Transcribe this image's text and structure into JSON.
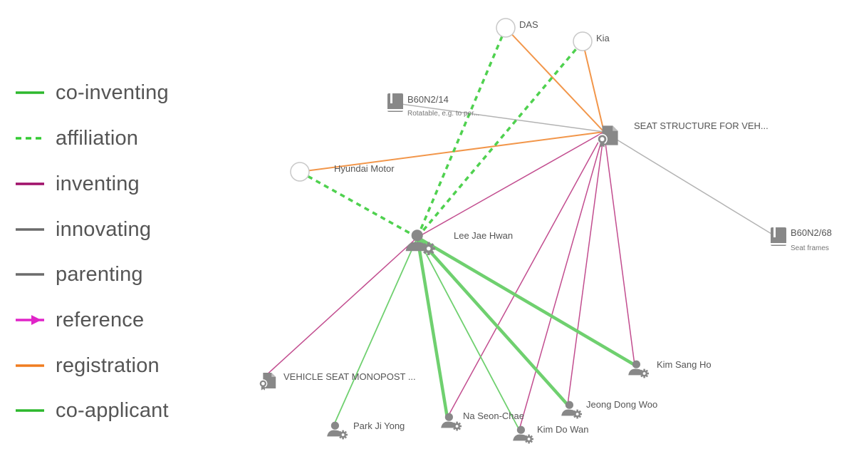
{
  "legend": [
    {
      "label": "co-inventing",
      "color": "#2db82d",
      "style": "solid",
      "arrow": false
    },
    {
      "label": "affiliation",
      "color": "#33cc33",
      "style": "dashed",
      "arrow": false
    },
    {
      "label": "inventing",
      "color": "#a0106a",
      "style": "solid",
      "arrow": false
    },
    {
      "label": "innovating",
      "color": "#6b6b6b",
      "style": "solid",
      "arrow": false
    },
    {
      "label": "parenting",
      "color": "#6b6b6b",
      "style": "solid",
      "arrow": false
    },
    {
      "label": "reference",
      "color": "#e024c8",
      "style": "solid",
      "arrow": true
    },
    {
      "label": "registration",
      "color": "#f07d20",
      "style": "solid",
      "arrow": false
    },
    {
      "label": "co-applicant",
      "color": "#2db82d",
      "style": "solid",
      "arrow": false
    }
  ],
  "nodes": [
    {
      "id": "das",
      "type": "org",
      "label": "DAS"
    },
    {
      "id": "kia",
      "type": "org",
      "label": "Kia"
    },
    {
      "id": "hyundai",
      "type": "org",
      "label": "Hyundai Motor"
    },
    {
      "id": "b60n2_14",
      "type": "class",
      "label": "B60N2/14",
      "sublabel": "Rotatable, e.g. to per..."
    },
    {
      "id": "b60n2_68",
      "type": "class",
      "label": "B60N2/68",
      "sublabel": "Seat frames"
    },
    {
      "id": "seat_structure",
      "type": "patent",
      "label": "SEAT STRUCTURE FOR VEH..."
    },
    {
      "id": "vehicle_seat",
      "type": "patent",
      "label": "VEHICLE SEAT MONOPOST ..."
    },
    {
      "id": "lee",
      "type": "person",
      "label": "Lee Jae Hwan"
    },
    {
      "id": "kim_sang_ho",
      "type": "person",
      "label": "Kim Sang Ho"
    },
    {
      "id": "jeong",
      "type": "person",
      "label": "Jeong Dong Woo"
    },
    {
      "id": "na",
      "type": "person",
      "label": "Na Seon-Chae"
    },
    {
      "id": "kim_do_wan",
      "type": "person",
      "label": "Kim Do Wan"
    },
    {
      "id": "park",
      "type": "person",
      "label": "Park Ji Yong"
    }
  ],
  "edges": [
    {
      "from": "das",
      "to": "seat_structure",
      "kind": "registration"
    },
    {
      "from": "kia",
      "to": "seat_structure",
      "kind": "registration"
    },
    {
      "from": "hyundai",
      "to": "seat_structure",
      "kind": "registration"
    },
    {
      "from": "b60n2_14",
      "to": "seat_structure",
      "kind": "innovating"
    },
    {
      "from": "seat_structure",
      "to": "b60n2_68",
      "kind": "innovating"
    },
    {
      "from": "lee",
      "to": "das",
      "kind": "affiliation"
    },
    {
      "from": "lee",
      "to": "kia",
      "kind": "affiliation"
    },
    {
      "from": "lee",
      "to": "hyundai",
      "kind": "affiliation"
    },
    {
      "from": "lee",
      "to": "seat_structure",
      "kind": "inventing"
    },
    {
      "from": "lee",
      "to": "vehicle_seat",
      "kind": "inventing"
    },
    {
      "from": "seat_structure",
      "to": "na",
      "kind": "inventing"
    },
    {
      "from": "seat_structure",
      "to": "kim_do_wan",
      "kind": "inventing"
    },
    {
      "from": "seat_structure",
      "to": "jeong",
      "kind": "inventing"
    },
    {
      "from": "seat_structure",
      "to": "kim_sang_ho",
      "kind": "inventing"
    },
    {
      "from": "lee",
      "to": "park",
      "kind": "co-inventing",
      "weight": 1
    },
    {
      "from": "lee",
      "to": "na",
      "kind": "co-inventing",
      "weight": 3
    },
    {
      "from": "lee",
      "to": "kim_do_wan",
      "kind": "co-inventing",
      "weight": 1
    },
    {
      "from": "lee",
      "to": "jeong",
      "kind": "co-inventing",
      "weight": 3
    },
    {
      "from": "lee",
      "to": "kim_sang_ho",
      "kind": "co-inventing",
      "weight": 3
    }
  ],
  "edge_colors": {
    "registration": "#f2964a",
    "innovating": "#b3b3b3",
    "affiliation": "#4fd14f",
    "inventing": "#c24d8f",
    "co-inventing": "#6fd06f"
  },
  "node_color": "#888888"
}
